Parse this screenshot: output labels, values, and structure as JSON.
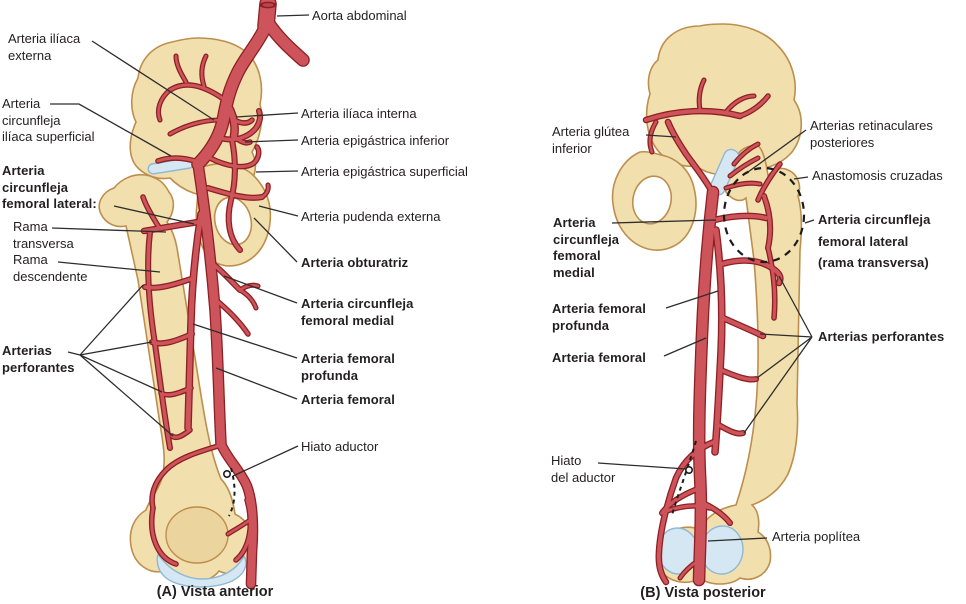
{
  "colors": {
    "artery": "#cc545a",
    "artery_outline": "#8e2023",
    "bone": "#f2dfae",
    "bone_outline": "#bd8f4e",
    "cartilage": "#d4e7f2",
    "text": "#231f20",
    "leader_line": "#2d2d2d"
  },
  "panelA": {
    "caption": "(A) Vista anterior",
    "labels": {
      "aorta_abdominal": "Aorta abdominal",
      "arteria_iliaca_externa": "Arteria ilíaca\nexterna",
      "arteria_circunfleja_iliaca_superficial": "Arteria\ncircunfleja\nilíaca superficial",
      "arteria_circunfleja_femoral_lateral": "Arteria\ncircunfleja\nfemoral lateral:",
      "rama_transversa": "Rama\ntransversa",
      "rama_descendente": "Rama\ndescendente",
      "arterias_perforantes": "Arterias\nperforantes",
      "arteria_iliaca_interna": "Arteria ilíaca interna",
      "arteria_epigastrica_inferior": "Arteria epigástrica inferior",
      "arteria_epigastrica_superficial": "Arteria epigástrica superficial",
      "arteria_pudenda_externa": "Arteria pudenda externa",
      "arteria_obturatriz": "Arteria obturatriz",
      "arteria_circunfleja_femoral_medial": "Arteria circunfleja\nfemoral medial",
      "arteria_femoral_profunda": "Arteria femoral\nprofunda",
      "arteria_femoral": "Arteria femoral",
      "hiato_aductor": "Hiato aductor"
    }
  },
  "panelB": {
    "caption": "(B) Vista posterior",
    "labels": {
      "arteria_glutea_inferior": "Arteria glútea\ninferior",
      "arterias_retinaculares_posteriores": "Arterias retinaculares\nposteriores",
      "anastomosis_cruzadas": "Anastomosis cruzadas",
      "arteria_circunfleja_femoral_lateral": "Arteria circunfleja\nfemoral lateral\n(rama transversa)",
      "arteria_circunfleja_femoral_medial": "Arteria\ncircunfleja\nfemoral\nmedial",
      "arteria_femoral_profunda": "Arteria femoral\nprofunda",
      "arteria_femoral": "Arteria femoral",
      "arterias_perforantes": "Arterias perforantes",
      "hiato_del_aductor": "Hiato\ndel aductor",
      "arteria_poplitea": "Arteria poplítea"
    }
  }
}
